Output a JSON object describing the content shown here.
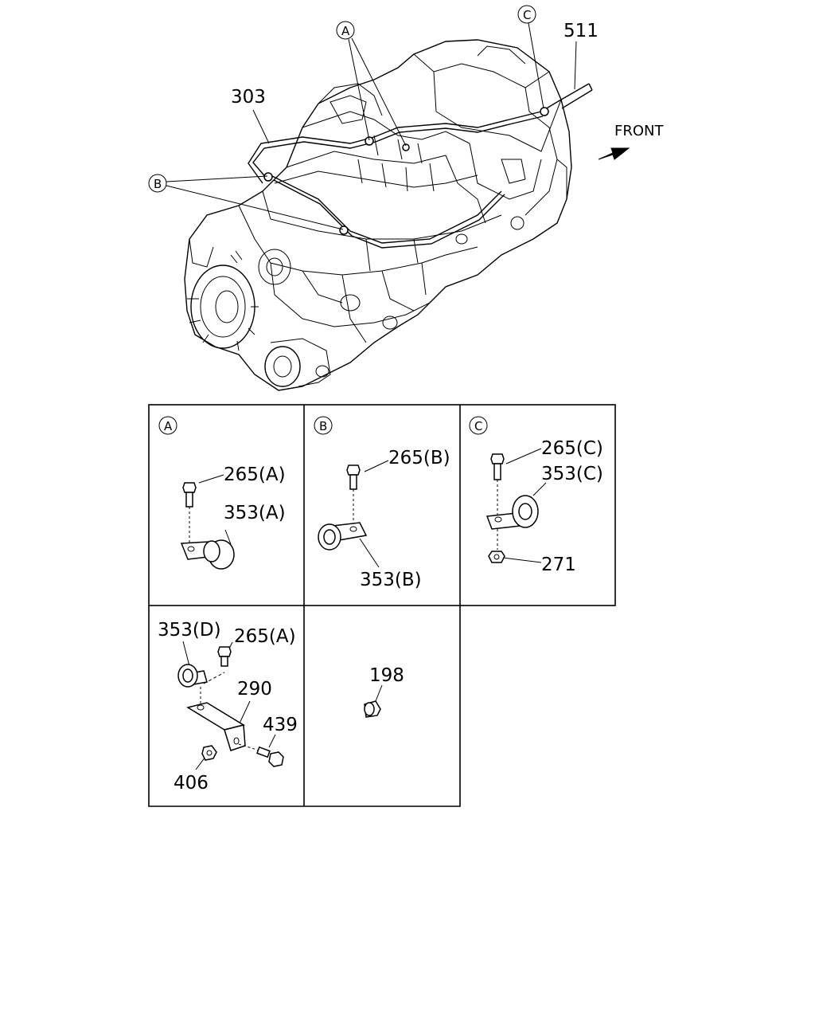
{
  "main_drawing": {
    "callouts": {
      "303": "303",
      "511": "511",
      "front": "FRONT",
      "ref_a": "A",
      "ref_b": "B",
      "ref_c": "C"
    }
  },
  "panels": {
    "a": {
      "circle_label": "A",
      "bolt_label": "265(A)",
      "clip_label": "353(A)"
    },
    "b": {
      "circle_label": "B",
      "bolt_label": "265(B)",
      "clip_label": "353(B)"
    },
    "c": {
      "circle_label": "C",
      "bolt_label": "265(C)",
      "clip_label": "353(C)",
      "nut_label": "271"
    },
    "d": {
      "clip_label": "353(D)",
      "bolt_label": "265(A)",
      "bracket_label": "290",
      "bolt2_label": "439",
      "nut_label": "406"
    },
    "e": {
      "plug_label": "198"
    }
  },
  "icons": [
    "front-arrow-icon",
    "transmission-illustration"
  ]
}
